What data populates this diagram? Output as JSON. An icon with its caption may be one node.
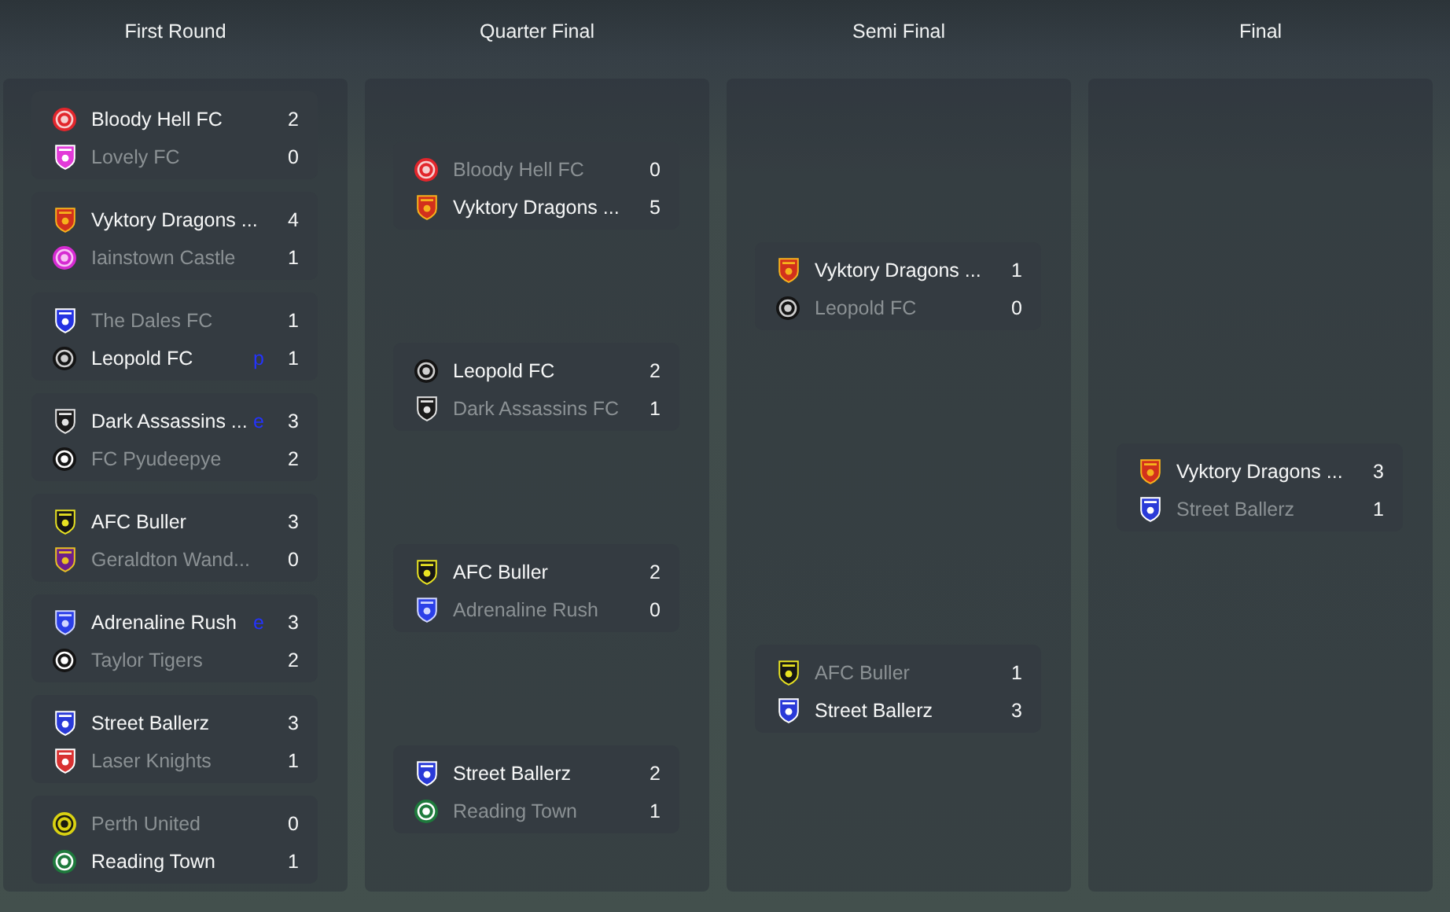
{
  "diagram": {
    "nodes": [
      {
        "text": [
          "First Round"
        ]
      },
      {
        "text": [
          "Bloody Hell FC",
          "2",
          "Lovely FC",
          "0"
        ],
        "in": 0
      },
      {
        "text": [
          "Vyktory Dragons ...",
          "4",
          "Iainstown Castle",
          "1"
        ],
        "in": 0
      },
      {
        "text": [
          "The Dales FC",
          "1",
          "Leopold FC",
          "p",
          "1"
        ],
        "in": 0
      },
      {
        "text": [
          "Dark Assassins ...",
          "e",
          "3",
          "FC Pyudeepye",
          "2"
        ],
        "in": 0
      },
      {
        "text": [
          "AFC Buller",
          "3",
          "Geraldton Wand...",
          "0"
        ],
        "in": 0
      },
      {
        "text": [
          "Adrenaline Rush",
          "e",
          "3",
          "Taylor Tigers",
          "2"
        ],
        "in": 0
      },
      {
        "text": [
          "Street Ballerz",
          "3",
          "Laser Knights",
          "1"
        ],
        "in": 0
      },
      {
        "text": [
          "Perth United",
          "0",
          "Reading Town",
          "1"
        ],
        "in": 0
      },
      {
        "text": [
          "Quarter Final"
        ]
      },
      {
        "text": [
          "Bloody Hell FC",
          "0",
          "Vyktory Dragons ...",
          "5"
        ],
        "in": 9
      },
      {
        "text": [
          "Leopold FC",
          "2",
          "Dark Assassins FC",
          "1"
        ],
        "in": 9
      },
      {
        "text": [
          "AFC Buller",
          "2",
          "Adrenaline Rush",
          "0"
        ],
        "in": 9
      },
      {
        "text": [
          "Street Ballerz",
          "2",
          "Reading Town",
          "1"
        ],
        "in": 9
      },
      {
        "text": [
          "Semi Final"
        ]
      },
      {
        "text": [
          "Vyktory Dragons ...",
          "1",
          "Leopold FC",
          "0"
        ],
        "in": 14
      },
      {
        "text": [
          "AFC Buller",
          "1",
          "Street Ballerz",
          "3"
        ],
        "in": 14
      },
      {
        "text": [
          "Final"
        ]
      },
      {
        "text": [
          "Vyktory Dragons ...",
          "3",
          "Street Ballerz",
          "1"
        ],
        "in": 17
      }
    ]
  }
}
